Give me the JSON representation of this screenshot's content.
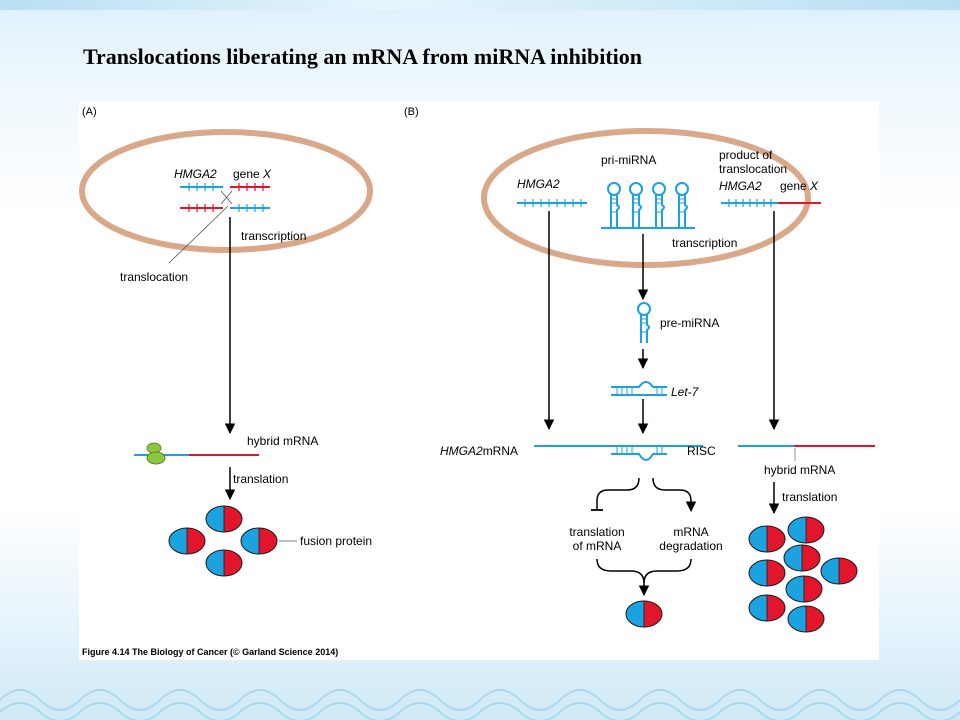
{
  "slide": {
    "title": "Translocations liberating an mRNA from miRNA inhibition"
  },
  "panel_a": {
    "label": "(A)",
    "gene1": "HMGA2",
    "gene2_prefix": "gene ",
    "gene2_x": "X",
    "transcription": "transcription",
    "translocation": "translocation",
    "hybrid_mrna": "hybrid mRNA",
    "translation": "translation",
    "fusion_protein": "fusion protein"
  },
  "panel_b": {
    "label": "(B)",
    "hmga2": "HMGA2",
    "pri_mirna": "pri-miRNA",
    "product_line1": "product of",
    "product_line2": "translocation",
    "product_hmga2": "HMGA2",
    "product_gene_prefix": "gene ",
    "product_gene_x": "X",
    "transcription": "transcription",
    "pre_mirna": "pre-miRNA",
    "let7": "Let-7",
    "hmga2_mrna_italic": "HMGA2",
    "hmga2_mrna_suffix": "mRNA",
    "risc": "RISC",
    "hybrid_mrna": "hybrid mRNA",
    "translation": "translation",
    "translation_of_line1": "translation",
    "translation_of_line2": "of mRNA",
    "mrna_deg_line1": "mRNA",
    "mrna_deg_line2": "degradation"
  },
  "caption": "Figure 4.14  The Biology of Cancer (© Garland Science 2014)",
  "colors": {
    "blue": "#1aa3e0",
    "red": "#e3152d",
    "membrane": "#d9a889",
    "ribosome": "#8cc63f"
  }
}
